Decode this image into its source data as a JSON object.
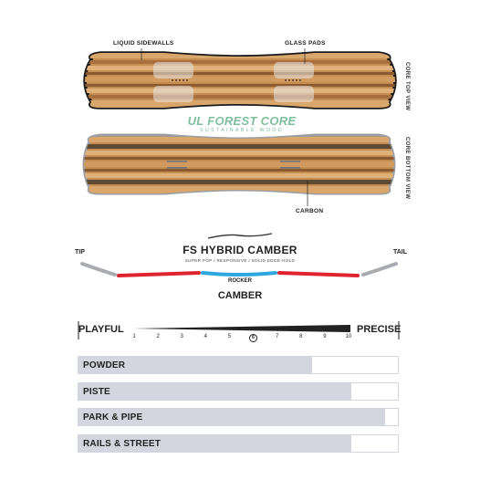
{
  "board": {
    "callouts": {
      "liquid_sidewalls": "LIQUID SIDEWALLS",
      "glass_pads": "GLASS PADS",
      "carbon": "CARBON"
    },
    "views": {
      "top": "CORE TOP VIEW",
      "bottom": "CORE BOTTOM VIEW"
    },
    "brand": {
      "title": "UL FOREST CORE",
      "subtitle": "SUSTAINABLE WOOD"
    }
  },
  "profile": {
    "title": "FS HYBRID CAMBER",
    "subtitle": "SUPER POP / RESPONSIVE / SOLID EDGE-HOLD",
    "tip": "TIP",
    "tail": "TAIL",
    "rocker": "ROCKER",
    "camber": "CAMBER",
    "colors": {
      "camber": "#e0242f",
      "rocker": "#2fa6e0",
      "ends": "#a9abb0"
    }
  },
  "flex": {
    "left": "PLAYFUL",
    "right": "PRECISE",
    "ticks": [
      "1",
      "2",
      "3",
      "4",
      "5",
      "6",
      "7",
      "8",
      "9",
      "10"
    ],
    "selected": 6
  },
  "terrain": [
    {
      "label": "POWDER",
      "value": 0.73
    },
    {
      "label": "PISTE",
      "value": 0.855
    },
    {
      "label": "PARK & PIPE",
      "value": 0.96
    },
    {
      "label": "RAILS & STREET",
      "value": 0.855
    }
  ],
  "colors": {
    "bar_fill": "#d3d6de",
    "brand": "#7fbf9e"
  }
}
